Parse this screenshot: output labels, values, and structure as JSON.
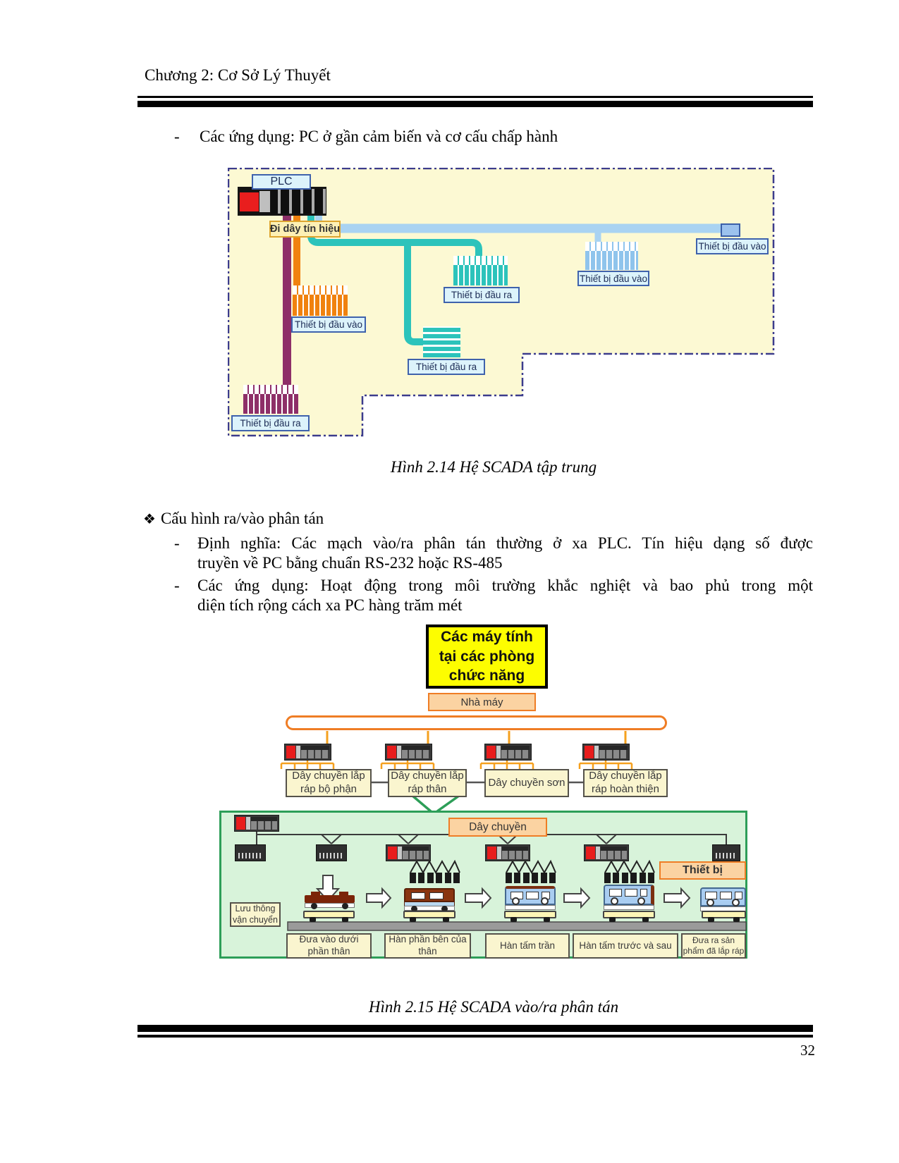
{
  "page": {
    "title": "Chương 2: Cơ Sở Lý Thuyết",
    "page_number": "32"
  },
  "bullets": {
    "dash": "-",
    "diamond": "❖"
  },
  "intro": {
    "text": "Các ứng dụng: PC ở gần cảm biến và cơ cấu chấp hành"
  },
  "figure1": {
    "caption": "Hình 2.14 Hệ SCADA tập trung",
    "plc": "PLC",
    "signal_wiring": "Đi dây tín hiệu",
    "input_label_orange": "Thiết bị đầu vào",
    "output_label_maroon": "Thiết bị đầu ra",
    "output_label_teal_center": "Thiết bị đầu ra",
    "output_label_teal_lower": "Thiết bị đầu ra",
    "input_label_blue_mid": "Thiết bị đầu vào",
    "input_label_blue_far": "Thiết bị đầu vào"
  },
  "section": {
    "heading": "Cấu hình ra/vào phân tán",
    "item1_line1": "Định nghĩa: Các mạch vào/ra phân tán thường ở xa PLC. Tín hiệu dạng số được",
    "item1_line2": "truyền về PC bằng chuẩn RS-232 hoặc RS-485",
    "item2_line1": "Các ứng dụng: Hoạt động trong môi trường khắc nghiệt và bao phủ trong một",
    "item2_line2": "diện tích rộng cách xa PC hàng trăm mét"
  },
  "figure2": {
    "caption": "Hình 2.15 Hệ SCADA vào/ra phân tán",
    "computers_line1": "Các máy tính",
    "computers_line2": "tại các phòng",
    "computers_line3": "chức năng",
    "factory": "Nhà máy",
    "line_boxes": [
      "Dây chuyền lắp ráp bộ phận",
      "Dây chuyền lắp ráp thân",
      "Dây chuyền sơn",
      "Dây chuyền lắp ráp hoàn thiện"
    ],
    "line_label": "Dây chuyền",
    "equipment": "Thiết bị",
    "transport_line1": "Lưu thông",
    "transport_line2": "vận chuyển",
    "stations": [
      "Đưa vào dưới phần thân",
      "Hàn phần bên của thân",
      "Hàn tấm trần",
      "Hàn tấm trước và sau",
      "Đưa ra sản phẩm đã lắp ráp"
    ]
  },
  "colors": {
    "diagram1_bg": "#fcf9d3",
    "diagram1_border": "#3c3c8c",
    "teal": "#2cc3bb",
    "orange": "#f0820f",
    "maroon": "#8e2f68",
    "light_blue": "#a9d3f2",
    "green_border": "#2d9e58",
    "green_panel": "#d8f3da",
    "accent_orange": "#ef7d25",
    "yellow": "#fdfd00"
  }
}
